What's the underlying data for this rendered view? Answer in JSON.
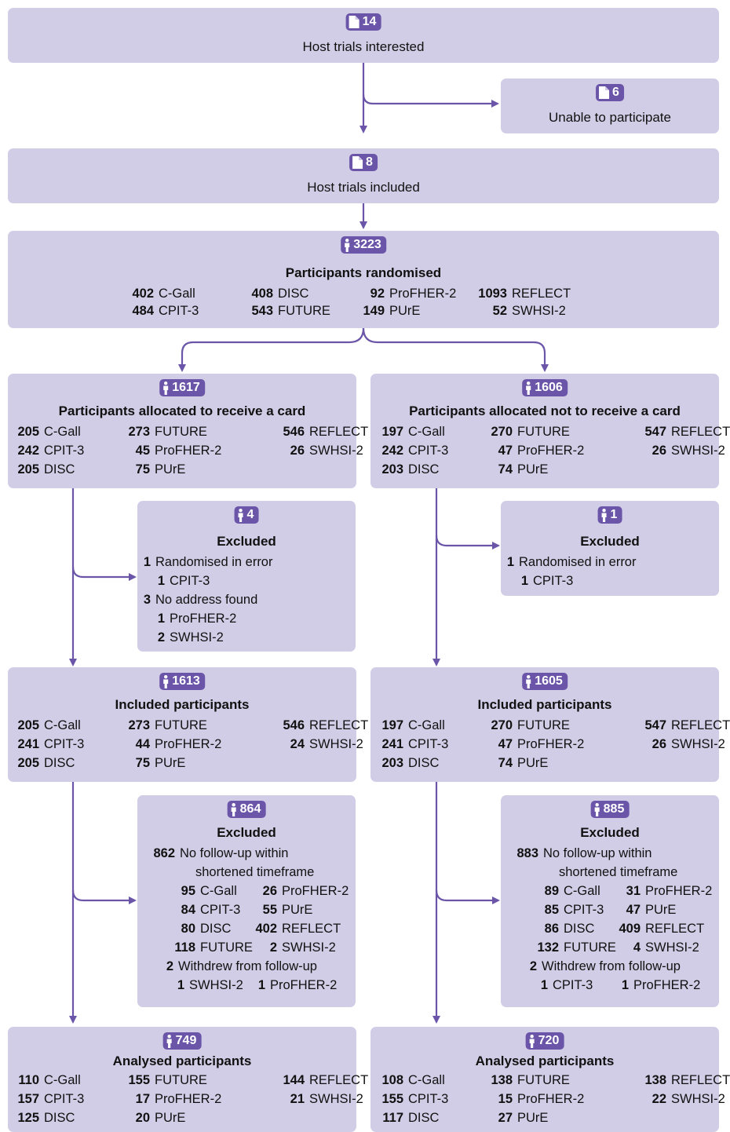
{
  "colors": {
    "box": "#d2cde6",
    "badge": "#6a55a8",
    "line": "#6a55a8"
  },
  "host_interested": {
    "count": "14",
    "label": "Host trials interested",
    "icon": "document-icon"
  },
  "unable": {
    "count": "6",
    "label": "Unable to participate",
    "icon": "document-icon"
  },
  "host_included": {
    "count": "8",
    "label": "Host trials included",
    "icon": "document-icon"
  },
  "randomised": {
    "count": "3223",
    "label": "Participants randomised",
    "icon": "person-icon",
    "rows": [
      [
        [
          "402",
          "C-Gall"
        ],
        [
          "408",
          "DISC"
        ],
        [
          "92",
          "ProFHER-2"
        ],
        [
          "1093",
          "REFLECT"
        ]
      ],
      [
        [
          "484",
          "CPIT-3"
        ],
        [
          "543",
          "FUTURE"
        ],
        [
          "149",
          "PUrE"
        ],
        [
          "52",
          "SWHSI-2"
        ]
      ]
    ]
  },
  "card": {
    "count": "1617",
    "label": "Participants allocated to receive a card",
    "rows": [
      [
        [
          "205",
          "C-Gall"
        ],
        [
          "273",
          "FUTURE"
        ],
        [
          "546",
          "REFLECT"
        ]
      ],
      [
        [
          "242",
          "CPIT-3"
        ],
        [
          "45",
          "ProFHER-2"
        ],
        [
          "26",
          "SWHSI-2"
        ]
      ],
      [
        [
          "205",
          "DISC"
        ],
        [
          "75",
          "PUrE"
        ]
      ]
    ]
  },
  "nocard": {
    "count": "1606",
    "label": "Participants allocated not to receive a card",
    "rows": [
      [
        [
          "197",
          "C-Gall"
        ],
        [
          "270",
          "FUTURE"
        ],
        [
          "547",
          "REFLECT"
        ]
      ],
      [
        [
          "242",
          "CPIT-3"
        ],
        [
          "47",
          "ProFHER-2"
        ],
        [
          "26",
          "SWHSI-2"
        ]
      ],
      [
        [
          "203",
          "DISC"
        ],
        [
          "74",
          "PUrE"
        ]
      ]
    ]
  },
  "excl1_card": {
    "count": "4",
    "label": "Excluded",
    "lines": [
      [
        "1",
        "Randomised in error"
      ],
      [
        "1",
        "CPIT-3"
      ],
      [
        "3",
        "No address found"
      ],
      [
        "1",
        "ProFHER-2"
      ],
      [
        "2",
        "SWHSI-2"
      ]
    ]
  },
  "excl1_nocard": {
    "count": "1",
    "label": "Excluded",
    "lines": [
      [
        "1",
        "Randomised in error"
      ],
      [
        "1",
        "CPIT-3"
      ]
    ]
  },
  "incl_card": {
    "count": "1613",
    "label": "Included participants",
    "rows": [
      [
        [
          "205",
          "C-Gall"
        ],
        [
          "273",
          "FUTURE"
        ],
        [
          "546",
          "REFLECT"
        ]
      ],
      [
        [
          "241",
          "CPIT-3"
        ],
        [
          "44",
          "ProFHER-2"
        ],
        [
          "24",
          "SWHSI-2"
        ]
      ],
      [
        [
          "205",
          "DISC"
        ],
        [
          "75",
          "PUrE"
        ]
      ]
    ]
  },
  "incl_nocard": {
    "count": "1605",
    "label": "Included participants",
    "rows": [
      [
        [
          "197",
          "C-Gall"
        ],
        [
          "270",
          "FUTURE"
        ],
        [
          "547",
          "REFLECT"
        ]
      ],
      [
        [
          "241",
          "CPIT-3"
        ],
        [
          "47",
          "ProFHER-2"
        ],
        [
          "26",
          "SWHSI-2"
        ]
      ],
      [
        [
          "203",
          "DISC"
        ],
        [
          "74",
          "PUrE"
        ]
      ]
    ]
  },
  "excl2_card": {
    "count": "864",
    "label": "Excluded",
    "main": [
      "862",
      "No follow-up within",
      "shortened timeframe"
    ],
    "rows": [
      [
        [
          "95",
          "C-Gall"
        ],
        [
          "26",
          "ProFHER-2"
        ]
      ],
      [
        [
          "84",
          "CPIT-3"
        ],
        [
          "55",
          "PUrE"
        ]
      ],
      [
        [
          "80",
          "DISC"
        ],
        [
          "402",
          "REFLECT"
        ]
      ],
      [
        [
          "118",
          "FUTURE"
        ],
        [
          "2",
          "SWHSI-2"
        ]
      ]
    ],
    "withdrew": [
      "2",
      "Withdrew from follow-up"
    ],
    "wrow": [
      [
        "1",
        "SWHSI-2"
      ],
      [
        "1",
        "ProFHER-2"
      ]
    ]
  },
  "excl2_nocard": {
    "count": "885",
    "label": "Excluded",
    "main": [
      "883",
      "No follow-up within",
      "shortened timeframe"
    ],
    "rows": [
      [
        [
          "89",
          "C-Gall"
        ],
        [
          "31",
          "ProFHER-2"
        ]
      ],
      [
        [
          "85",
          "CPIT-3"
        ],
        [
          "47",
          "PUrE"
        ]
      ],
      [
        [
          "86",
          "DISC"
        ],
        [
          "409",
          "REFLECT"
        ]
      ],
      [
        [
          "132",
          "FUTURE"
        ],
        [
          "4",
          "SWHSI-2"
        ]
      ]
    ],
    "withdrew": [
      "2",
      "Withdrew from follow-up"
    ],
    "wrow": [
      [
        "1",
        "CPIT-3"
      ],
      [
        "1",
        "ProFHER-2"
      ]
    ]
  },
  "anal_card": {
    "count": "749",
    "label": "Analysed participants",
    "rows": [
      [
        [
          "110",
          "C-Gall"
        ],
        [
          "155",
          "FUTURE"
        ],
        [
          "144",
          "REFLECT"
        ]
      ],
      [
        [
          "157",
          "CPIT-3"
        ],
        [
          "17",
          "ProFHER-2"
        ],
        [
          "21",
          "SWHSI-2"
        ]
      ],
      [
        [
          "125",
          "DISC"
        ],
        [
          "20",
          "PUrE"
        ]
      ]
    ]
  },
  "anal_nocard": {
    "count": "720",
    "label": "Analysed participants",
    "rows": [
      [
        [
          "108",
          "C-Gall"
        ],
        [
          "138",
          "FUTURE"
        ],
        [
          "138",
          "REFLECT"
        ]
      ],
      [
        [
          "155",
          "CPIT-3"
        ],
        [
          "15",
          "ProFHER-2"
        ],
        [
          "22",
          "SWHSI-2"
        ]
      ],
      [
        [
          "117",
          "DISC"
        ],
        [
          "27",
          "PUrE"
        ]
      ]
    ]
  }
}
